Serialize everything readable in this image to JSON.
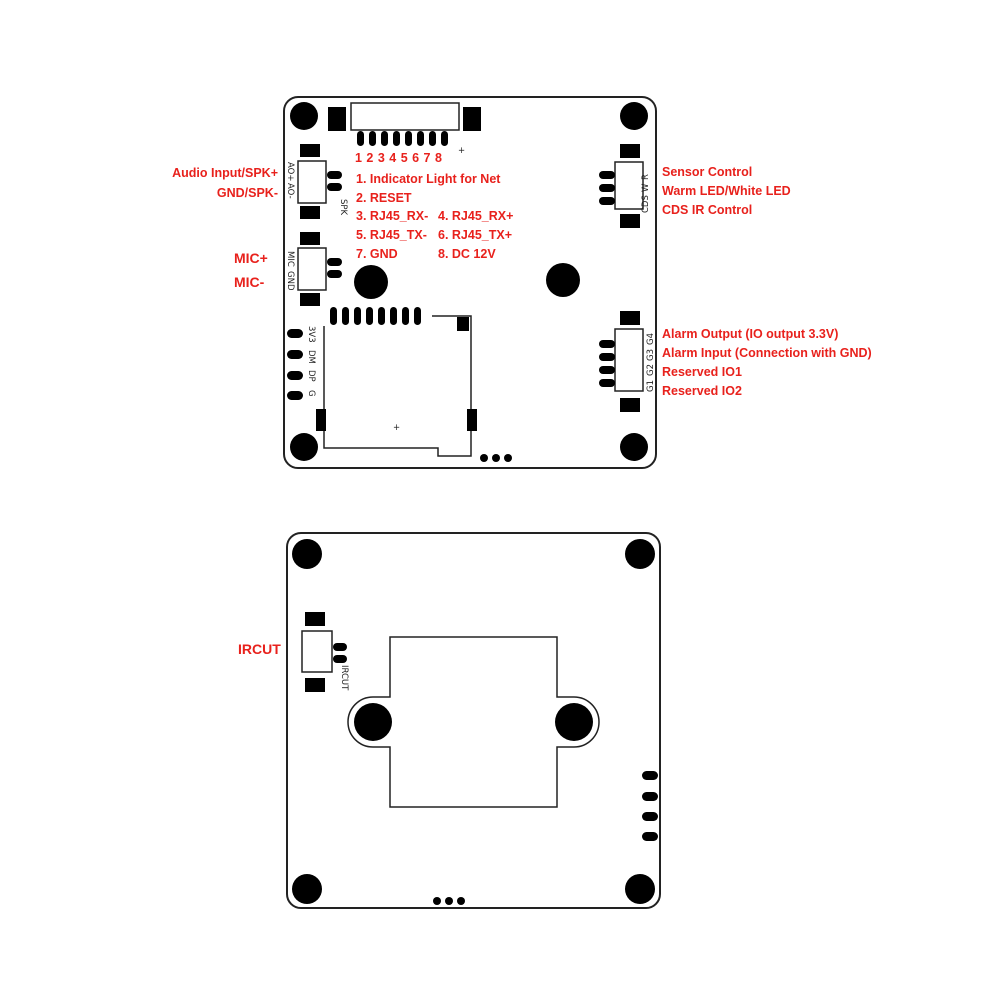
{
  "top_board": {
    "connector_pin_numbers": "1 2 3 4 5 6 7 8",
    "plus_mark": "+",
    "network_pins": {
      "pin1": "1. Indicator Light for Net",
      "pin2": "2. RESET",
      "pin3": "3. RJ45_RX-",
      "pin4": "4. RJ45_RX+",
      "pin5": "5. RJ45_TX-",
      "pin6": "6. RJ45_TX+",
      "pin7": "7. GND",
      "pin8": "8. DC 12V"
    },
    "speaker": {
      "label_line1": "Audio Input/SPK+",
      "label_line2": "GND/SPK-",
      "silk_pin1": "AO+",
      "silk_pin2": "AO-",
      "silk_name": "SPK"
    },
    "mic": {
      "label_line1": "MIC+",
      "label_line2": "MIC-",
      "silk_pin1": "MIC",
      "silk_pin2": "GND"
    },
    "usb_silk": [
      "3V3",
      "DM",
      "DP",
      "G"
    ],
    "sd_plus": "+",
    "sensor": {
      "label_line1": "Sensor Control",
      "label_line2": "Warm LED/White LED",
      "label_line3": "CDS IR Control",
      "silk_r": "R",
      "silk_w": "W",
      "silk_cds": "CDS"
    },
    "alarm": {
      "label_line1": "Alarm Output (IO output 3.3V)",
      "label_line2": "Alarm Input (Connection with GND)",
      "label_line3": "Reserved IO1",
      "label_line4": "Reserved IO2",
      "silk": [
        "G4",
        "G3",
        "G2",
        "G1"
      ]
    }
  },
  "bottom_board": {
    "ircut_label": "IRCUT",
    "ircut_silk": "IRCUT"
  },
  "colors": {
    "label_red": "#e8211c",
    "outline": "#222222",
    "pad": "#000000"
  }
}
